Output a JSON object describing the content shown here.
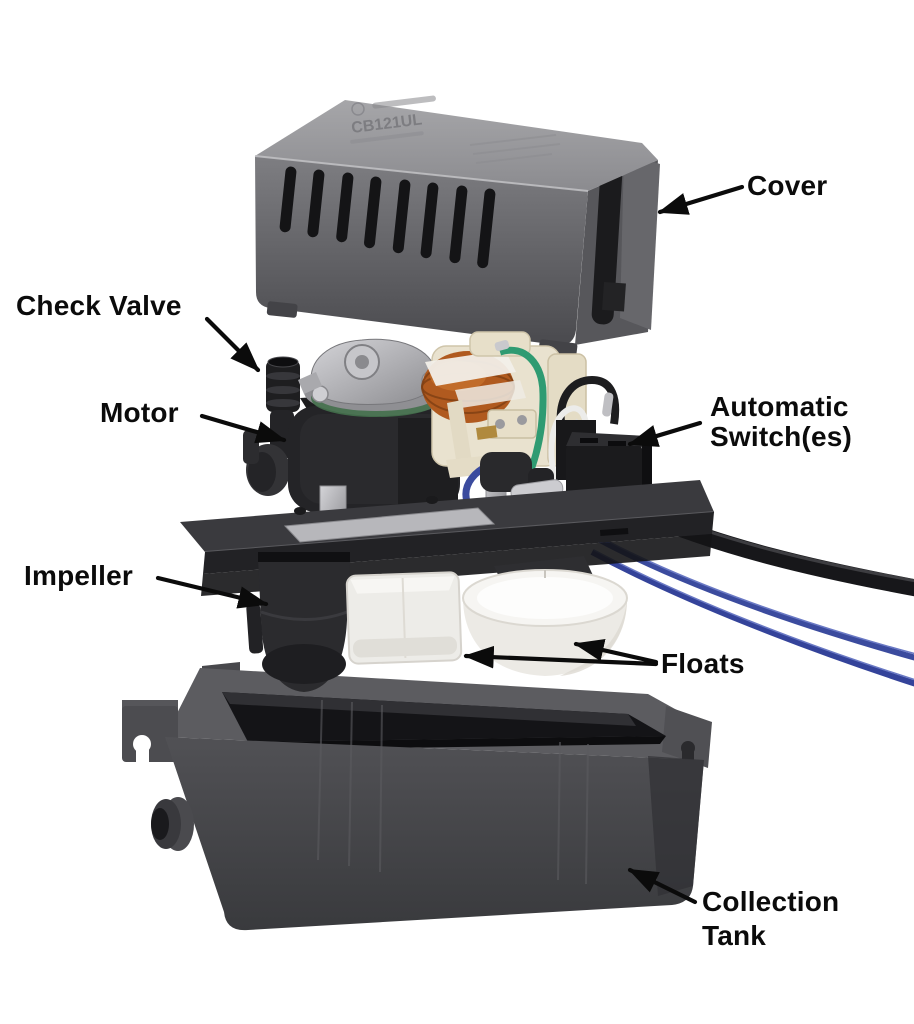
{
  "diagram": {
    "subject": "Condensate removal pump exploded parts diagram",
    "cover_marking": "CB121UL",
    "labels": {
      "cover": "Cover",
      "check_valve": "Check Valve",
      "motor": "Motor",
      "automatic_switch": "Automatic Switch(es)",
      "impeller": "Impeller",
      "floats": "Floats",
      "collection_tank": "Collection Tank"
    },
    "colors": {
      "background": "#ffffff",
      "label_text": "#0b0b0b",
      "arrow": "#0b0b0b",
      "cover_gray": "#98989b",
      "housing_dark_gray": "#4b4b4f",
      "tank_gray": "#47474b",
      "wire_blue": "#3b4b9e",
      "wire_green": "#2f9b72",
      "copper_coil": "#b05a1f",
      "bobbin_cream": "#e9e2cf",
      "float_white": "#f2f1ee",
      "metal_silver": "#a8a8ac"
    }
  }
}
